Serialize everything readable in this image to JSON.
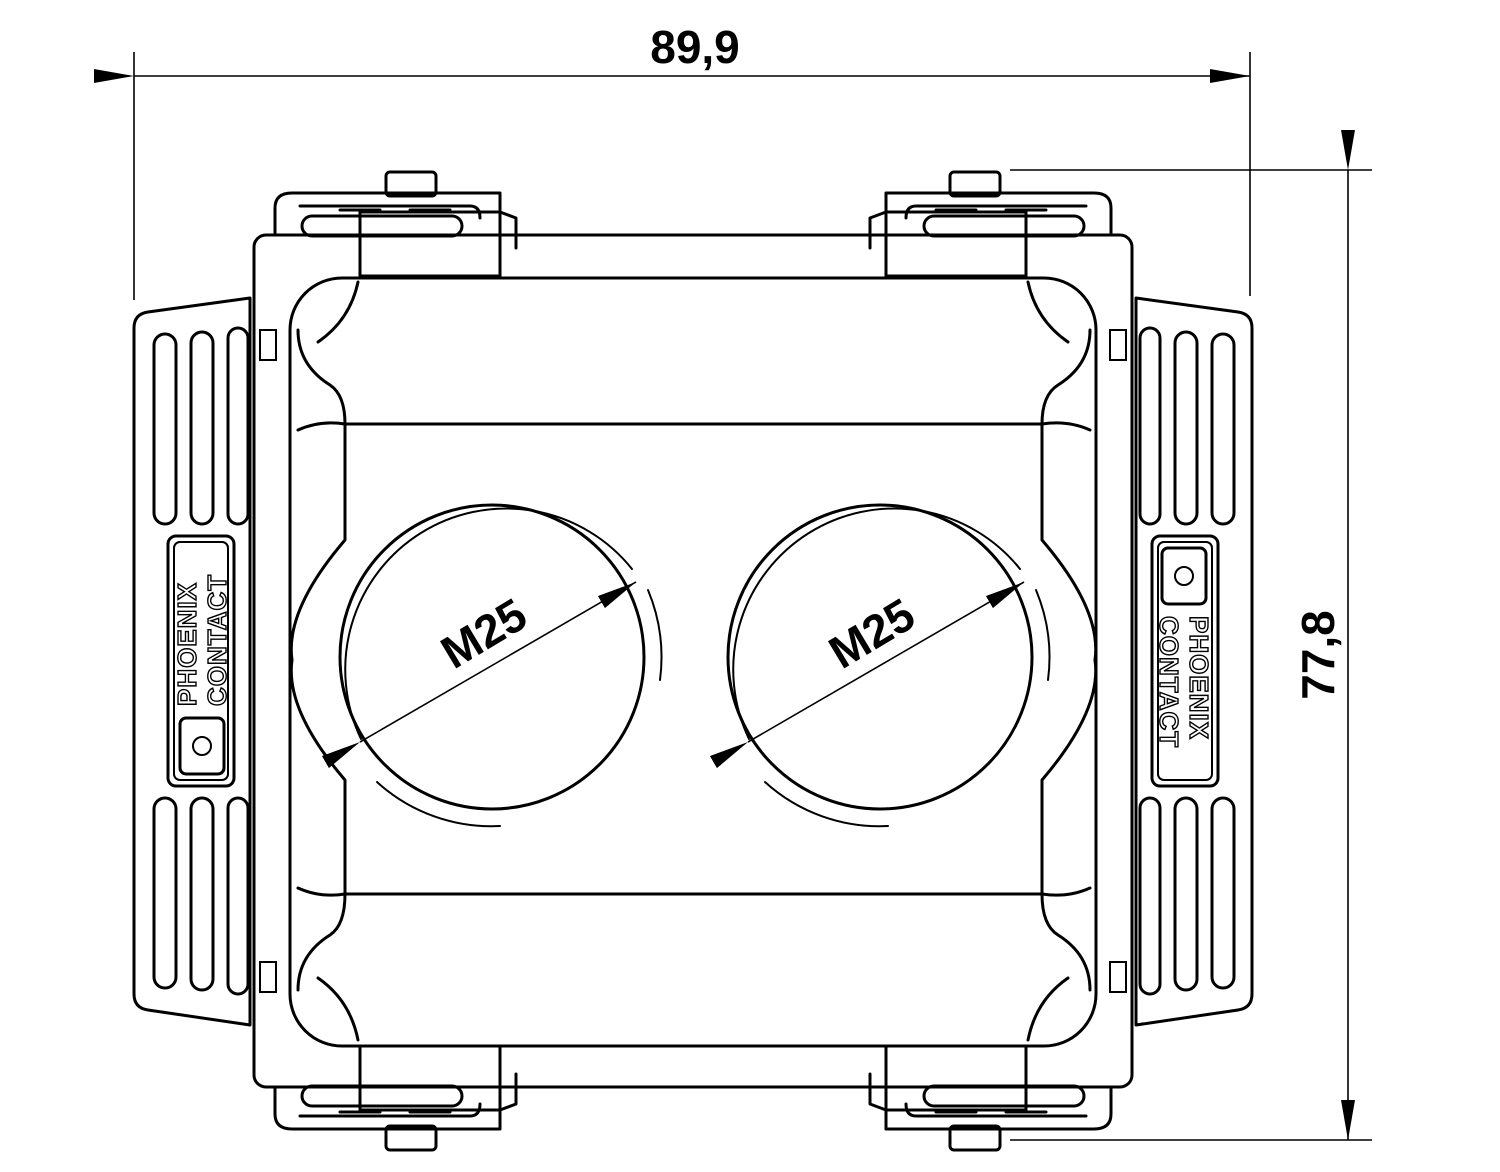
{
  "dimensions": {
    "width": "89,9",
    "height": "77,8"
  },
  "holes": [
    {
      "label": "M25"
    },
    {
      "label": "M25"
    }
  ],
  "brand": {
    "line1": "PHOENIX",
    "line2": "CONTACT"
  }
}
